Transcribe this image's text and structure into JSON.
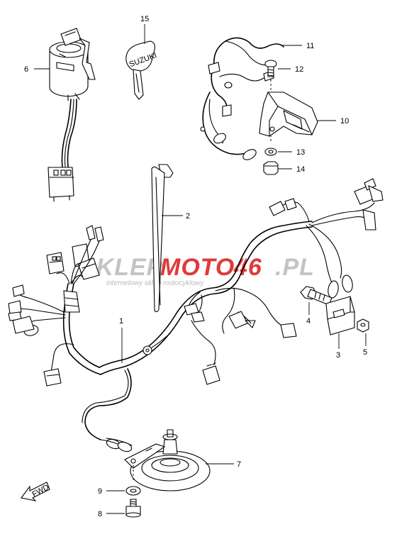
{
  "parts": [
    {
      "id": "part-1",
      "number": "1"
    },
    {
      "id": "part-2",
      "number": "2"
    },
    {
      "id": "part-3",
      "number": "3"
    },
    {
      "id": "part-4",
      "number": "4"
    },
    {
      "id": "part-5",
      "number": "5"
    },
    {
      "id": "part-6",
      "number": "6"
    },
    {
      "id": "part-7",
      "number": "7"
    },
    {
      "id": "part-8",
      "number": "8"
    },
    {
      "id": "part-9",
      "number": "9"
    },
    {
      "id": "part-10",
      "number": "10"
    },
    {
      "id": "part-11",
      "number": "11"
    },
    {
      "id": "part-12",
      "number": "12"
    },
    {
      "id": "part-13",
      "number": "13"
    },
    {
      "id": "part-14",
      "number": "14"
    },
    {
      "id": "part-15",
      "number": "15"
    }
  ],
  "watermark": {
    "brand_part1": "SKLEP",
    "brand_part2": "MOTO",
    "brand_part3": "46",
    "brand_part4": ".PL",
    "tagline": "internetowy sklep motocyklowy",
    "colors": {
      "grey": "#c4c4c4",
      "red": "#e03a3a"
    }
  },
  "direction_marker": {
    "label": "FWD",
    "icon": "forward-arrow-icon"
  },
  "key_text": "SUZUKI"
}
